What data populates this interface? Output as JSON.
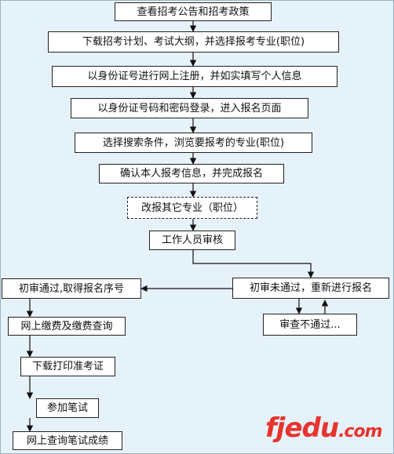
{
  "steps": {
    "s1": "查看招考公告和招考政策",
    "s2": "下载招考计划、考试大纲，并选择报考专业(职位)",
    "s3": "以身份证号进行网上注册，并如实填写个人信息",
    "s4": "以身份证号码和密码登录，进入报名页面",
    "s5": "选择搜索条件，浏览要报考的专业(职位)",
    "s6": "确认本人报考信息，并完成报名",
    "s7": "改报其它专业（职位）",
    "s8": "工作人员审核",
    "pass": "初审通过,取得报名序号",
    "fail": "初审未通过，重新进行报名",
    "recheck": "审查不通过...",
    "pay": "网上缴费及缴费查询",
    "print": "下载打印准考证",
    "exam": "参加笔试",
    "score": "网上查询笔试成绩"
  },
  "logo": {
    "main": "fjedu",
    "suffix": ".com"
  },
  "colors": {
    "background": "#e6f2f9",
    "logo": "#e8332f"
  }
}
